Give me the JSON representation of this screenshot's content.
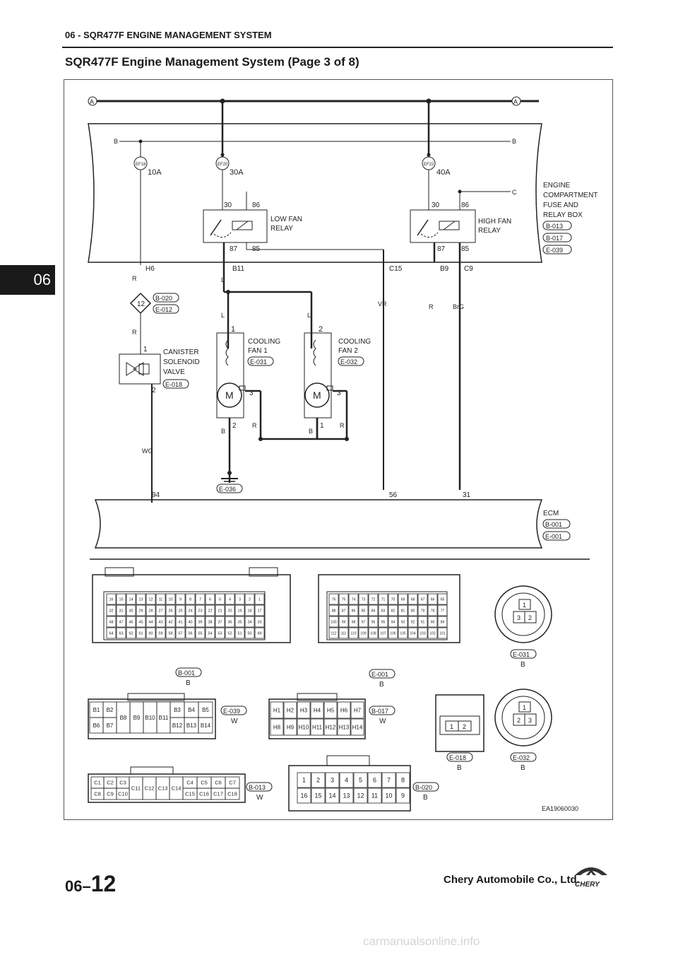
{
  "header": {
    "section_title": "06 - SQR477F ENGINE MANAGEMENT SYSTEM",
    "page_title": "SQR477F Engine Management System (Page 3 of 8)",
    "side_tab": "06"
  },
  "footer": {
    "page_prefix": "06–",
    "page_number": "12",
    "company": "Chery Automobile Co., Ltd.",
    "logo_text": "CHERY",
    "watermark": "carmanualsonline.info"
  },
  "diagram": {
    "figure_id": "EA19060030",
    "bus_a": "A",
    "bus_b": "B",
    "bus_c": "C",
    "fuses": [
      {
        "code": "EF18",
        "rating": "10A"
      },
      {
        "code": "EF20",
        "rating": "30A"
      },
      {
        "code": "EF22",
        "rating": "40A"
      }
    ],
    "fuse_box": {
      "label": [
        "ENGINE",
        "COMPARTMENT",
        "FUSE AND",
        "RELAY BOX"
      ],
      "connectors": [
        "B-013",
        "B-017",
        "E-039"
      ],
      "pins": [
        "H6",
        "B11",
        "C15",
        "B9",
        "C9"
      ]
    },
    "low_fan_relay": {
      "label": [
        "LOW FAN",
        "RELAY"
      ],
      "pins": [
        "30",
        "86",
        "87",
        "85"
      ]
    },
    "high_fan_relay": {
      "label": [
        "HIGH FAN",
        "RELAY"
      ],
      "pins": [
        "30",
        "86",
        "87",
        "85"
      ]
    },
    "splice": {
      "number": "12",
      "connectors": [
        "B-020",
        "E-012"
      ]
    },
    "canister": {
      "label": [
        "CANISTER",
        "SOLENOID",
        "VALVE"
      ],
      "connector": "E-018",
      "pin1": "1",
      "pin2": "2"
    },
    "fan1": {
      "label": [
        "COOLING",
        "FAN 1"
      ],
      "connector": "E-031",
      "pin_top": "1",
      "pin_bottom": "2",
      "pin_side": "3"
    },
    "fan2": {
      "label": [
        "COOLING",
        "FAN 2"
      ],
      "connector": "E-032",
      "pin_top": "2",
      "pin_bottom": "1",
      "pin_side": "3"
    },
    "motor_symbol": "M",
    "wire_colors": {
      "r": "R",
      "l": "L",
      "b": "B",
      "wg": "WG",
      "vr": "VR",
      "brg": "BrG"
    },
    "ground_connector": "E-036",
    "ecm": {
      "label": "ECM",
      "connectors": [
        "B-001",
        "E-001"
      ],
      "pins": [
        "94",
        "56",
        "31"
      ]
    },
    "connector_views": {
      "b001": {
        "id": "B-001",
        "color": "B",
        "rows": [
          [
            "16",
            "15",
            "14",
            "13",
            "12",
            "11",
            "10",
            "9",
            "8",
            "7",
            "6",
            "5",
            "4",
            "3",
            "2",
            "1"
          ],
          [
            "32",
            "31",
            "30",
            "29",
            "28",
            "27",
            "26",
            "25",
            "24",
            "23",
            "22",
            "21",
            "20",
            "19",
            "18",
            "17"
          ],
          [
            "48",
            "47",
            "46",
            "45",
            "44",
            "43",
            "42",
            "41",
            "40",
            "39",
            "38",
            "37",
            "36",
            "35",
            "34",
            "33"
          ],
          [
            "64",
            "63",
            "62",
            "61",
            "60",
            "59",
            "58",
            "57",
            "56",
            "55",
            "54",
            "53",
            "52",
            "51",
            "50",
            "49"
          ]
        ]
      },
      "e001": {
        "id": "E-001",
        "color": "B",
        "rows": [
          [
            "76",
            "75",
            "74",
            "73",
            "72",
            "71",
            "70",
            "69",
            "68",
            "67",
            "66",
            "65"
          ],
          [
            "88",
            "87",
            "86",
            "85",
            "84",
            "83",
            "82",
            "81",
            "80",
            "79",
            "78",
            "77"
          ],
          [
            "100",
            "99",
            "98",
            "97",
            "96",
            "95",
            "94",
            "93",
            "92",
            "91",
            "90",
            "89"
          ],
          [
            "112",
            "111",
            "110",
            "109",
            "108",
            "107",
            "106",
            "105",
            "104",
            "103",
            "102",
            "101"
          ]
        ]
      },
      "e031": {
        "id": "E-031",
        "color": "B",
        "pins": [
          "1",
          "3",
          "2"
        ]
      },
      "e032": {
        "id": "E-032",
        "color": "B",
        "pins": [
          "1",
          "2",
          "3"
        ]
      },
      "e018": {
        "id": "E-018",
        "color": "B",
        "pins": [
          "1",
          "2"
        ]
      },
      "e039": {
        "id": "E-039",
        "color": "W",
        "top": [
          "B1",
          "B2",
          "B3",
          "B4",
          "B5"
        ],
        "mid": [
          "B8",
          "B9",
          "B10",
          "B11"
        ],
        "bottom": [
          "B6",
          "B7",
          "B12",
          "B13",
          "B14"
        ]
      },
      "b017": {
        "id": "B-017",
        "color": "W",
        "top": [
          "H1",
          "H2",
          "H3",
          "H4",
          "H5",
          "H6",
          "H7"
        ],
        "bottom": [
          "H8",
          "H9",
          "H10",
          "H11",
          "H12",
          "H13",
          "H14"
        ]
      },
      "b013": {
        "id": "B-013",
        "color": "W",
        "top": [
          "C1",
          "C2",
          "C3",
          "C4",
          "C5",
          "C6",
          "C7"
        ],
        "mid": [
          "C11",
          "C12",
          "C13",
          "C14"
        ],
        "bottom": [
          "C8",
          "C9",
          "C10",
          "C15",
          "C16",
          "C17",
          "C18"
        ]
      },
      "b020": {
        "id": "B-020",
        "color": "B",
        "top": [
          "1",
          "2",
          "3",
          "4",
          "5",
          "6",
          "7",
          "8"
        ],
        "bottom": [
          "16",
          "15",
          "14",
          "13",
          "12",
          "11",
          "10",
          "9"
        ]
      }
    }
  }
}
